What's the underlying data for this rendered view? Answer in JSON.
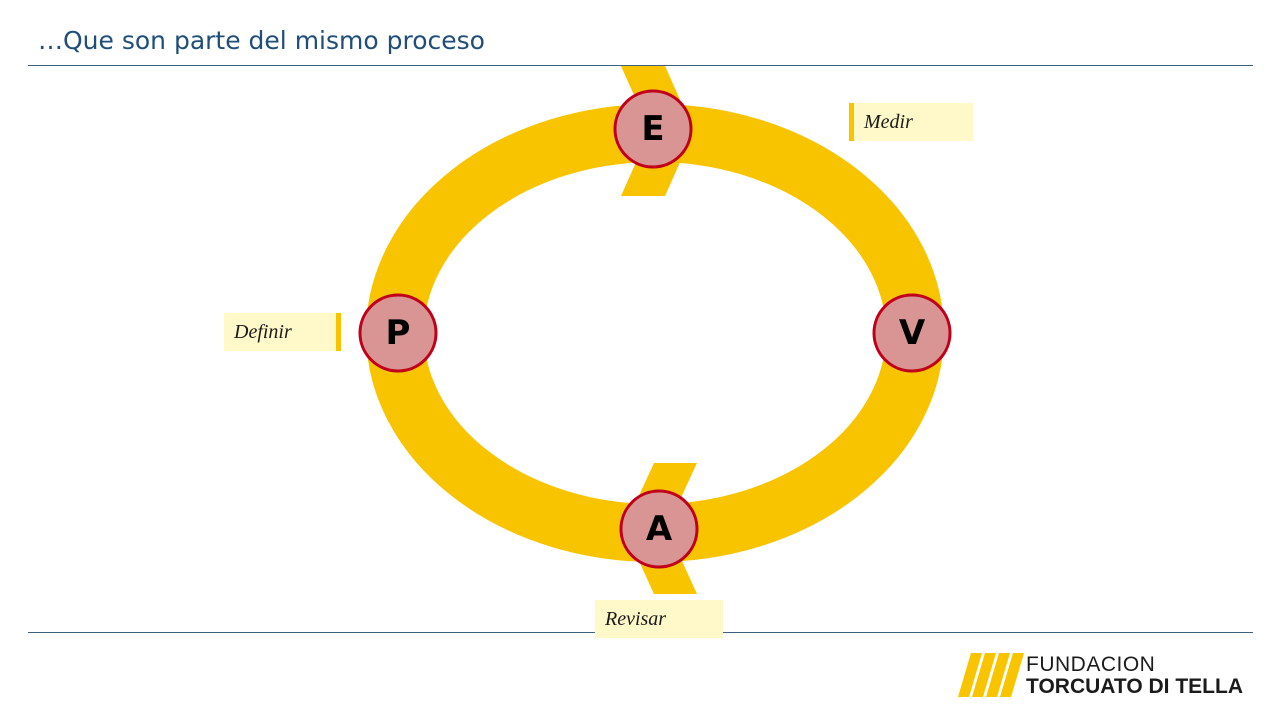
{
  "slide": {
    "title": "…Que son parte del mismo proceso"
  },
  "cycle": {
    "nodes": [
      {
        "id": "planificar",
        "letter": "P"
      },
      {
        "id": "ejecutar",
        "letter": "E"
      },
      {
        "id": "verificar",
        "letter": "V"
      },
      {
        "id": "actuar",
        "letter": "A"
      }
    ],
    "callouts": {
      "medir": "Medir",
      "definir": "Definir",
      "revisar": "Revisar"
    }
  },
  "logo": {
    "line1": "FUNDACION",
    "line2": "TORCUATO DI TELLA"
  },
  "colors": {
    "title": "#1f4e79",
    "ring": "#f8c400",
    "node_fill": "#d99594",
    "node_stroke": "#c0001a",
    "callout_bg": "#fff9c9",
    "logo_stripes": "#f8c400"
  }
}
